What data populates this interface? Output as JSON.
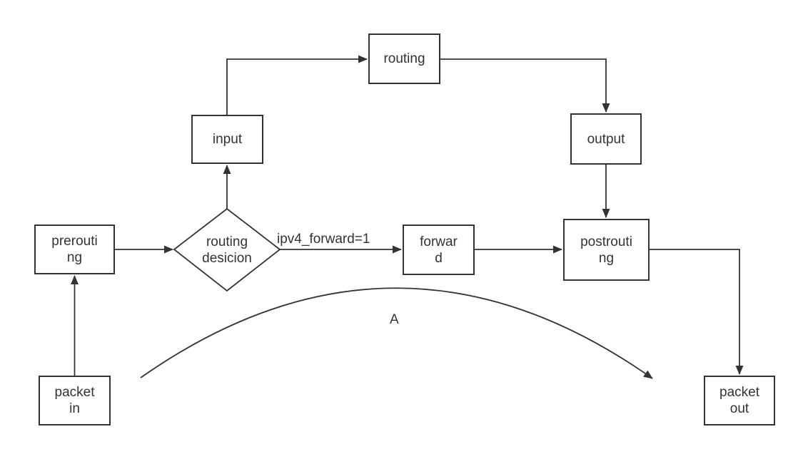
{
  "canvas": {
    "background": "#ffffff",
    "line_color": "#333333",
    "text_color": "#333333"
  },
  "nodes": {
    "packet_in": {
      "lines": [
        "packet",
        "in"
      ]
    },
    "prerouting": {
      "lines": [
        "prerouti",
        "ng"
      ]
    },
    "routing_decision": {
      "lines": [
        "routing",
        "desicion"
      ]
    },
    "input": {
      "lines": [
        "input"
      ]
    },
    "routing": {
      "lines": [
        "routing"
      ]
    },
    "output": {
      "lines": [
        "output"
      ]
    },
    "forward": {
      "lines": [
        "forwar",
        "d"
      ]
    },
    "postrouting": {
      "lines": [
        "postrouti",
        "ng"
      ]
    },
    "packet_out": {
      "lines": [
        "packet",
        "out"
      ]
    }
  },
  "labels": {
    "edge_condition": "ipv4_forward=1",
    "arc_label": "A"
  }
}
